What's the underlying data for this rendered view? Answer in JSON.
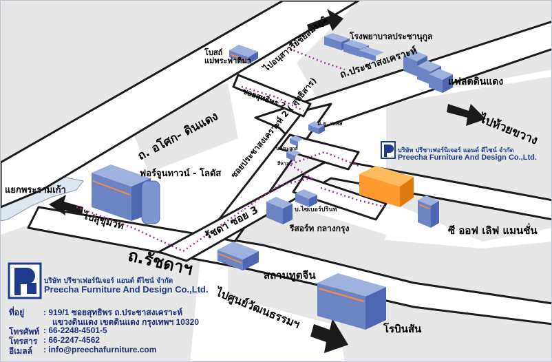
{
  "colors": {
    "road_fill": "#ffffff",
    "road_edge": "#1b1b1b",
    "block_fill": "#e6e6e6",
    "building_top": "#9fb1de",
    "building_side": "#6c83c4",
    "building_stripe": "#f08a4a",
    "highlight_front": "#ff9a2e",
    "highlight_top": "#ffbb5c",
    "route_dots": "#a02c97",
    "brand_blue": "#1d3a8c",
    "water": "#dde6f1"
  },
  "icons": {
    "logo": "preecha-logo-icon",
    "arrow": "direction-arrow-icon"
  },
  "roads": {
    "ratchada": "ถ.รัชดาฯ",
    "soi3": "รัชดา ซอย 3",
    "sukhumvit": "ไปสุขุมวิท",
    "prarama9": "แยกพระรามเก้า",
    "asoke": "ถ. อโศก- ดินแดง",
    "soi_pracha": "ซอยประชาสงเคราะห์ 2 ( สุทธิสาร)",
    "soi_sutthiporn": "ซอยสุทธิพร 2",
    "pracha": "ถ.ประชาสงเคราะห์",
    "to_victory": "ไปอนุสาวรีย์ชัยสมรภูมิ",
    "to_huaykwang": "ไปห้วยขวาง",
    "to_culture": "ไปศูนย์วัฒนธรรมฯ"
  },
  "places": {
    "hospital": "โรงพยาบาลประชานุกูล",
    "flats": "แฟลตดินแดง",
    "church": "โบสถ์ แม่พระฟาติมา",
    "fortune": "ฟอร์จูนทาวน์ - โลตัส",
    "mu_place": "มี.ยู. เพลส",
    "pracha_pin": "บ.ประยูกส์",
    "sitan": "สีหาล",
    "cyber": "บ.ไซเบอร์ปรินท์",
    "resort": "รีสอร์ท กลางกรุง",
    "c_of_life": "ซี ออฟ เลิฟ แมนชั่น",
    "embassy": "สถานทูตจีน",
    "robinson": "โรบินสัน"
  },
  "company_sign": {
    "thai": "บริษัท ปรีชาเฟอร์นิเจอร์ แอนด์ ดีไซน์ จำกัด",
    "english": "Preecha Furniture And Design Co.,Ltd."
  },
  "contact": {
    "company_thai": "บริษัท ปรีชาเฟอร์นิเจอร์ แอนด์ ดีไซน์ จำกัด",
    "company_english": "Preecha Furniture And Design Co.,Ltd.",
    "address_label": "ที่อยู่",
    "address_line1": ": 919/1 ซอยสุทธิพร ถ.ประชาสงเคราะห์",
    "address_line2": "แขวงดินแดง เขตดินแดง กรุงเทพฯ 10320",
    "phone_label": "โทรศัพท์",
    "phone": ":  66-2248-4501-5",
    "fax_label": "โทรสาร",
    "fax": ":  66-2247-4562",
    "email_label": "อีเมลล์",
    "email": ":  info@preechafurniture.com"
  }
}
